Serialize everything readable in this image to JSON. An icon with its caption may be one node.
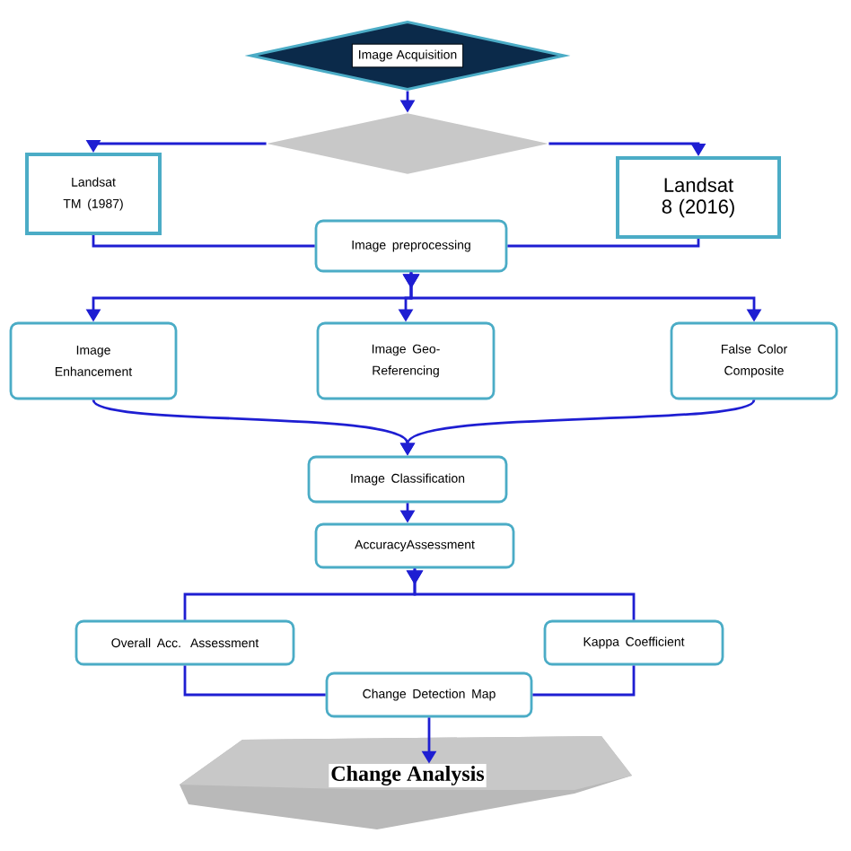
{
  "diagram": {
    "nodes": [
      {
        "text": [
          "Image Acquisition"
        ]
      },
      {
        "text": [],
        "shape": "diamond"
      },
      {
        "text": [
          "Landsat TM (1987)"
        ]
      },
      {
        "text": [
          "Landsat 8 (2016)"
        ]
      },
      {
        "text": [
          "Image preprocessing"
        ]
      },
      {
        "text": [
          "Image Enhancement"
        ]
      },
      {
        "text": [
          "Image Geo-Referencing"
        ]
      },
      {
        "text": [
          "False Color Composite"
        ]
      },
      {
        "text": [
          "Image Classification"
        ]
      },
      {
        "text": [
          "AccuracyAssessment"
        ]
      },
      {
        "text": [
          "Overall Acc. Assessment"
        ]
      },
      {
        "text": [
          "Kappa Coefficient"
        ]
      },
      {
        "text": [
          "Change Detection Map"
        ]
      },
      {
        "text": [
          "Change Analysis"
        ]
      }
    ],
    "edges": [
      {
        "from": 0,
        "to": 1,
        "arrow": "to"
      },
      {
        "from": 1,
        "to": 2,
        "arrow": "to"
      },
      {
        "from": 1,
        "to": 3,
        "arrow": "to"
      },
      {
        "from": 2,
        "to": 4,
        "arrow": "none"
      },
      {
        "from": 3,
        "to": 4,
        "arrow": "none"
      },
      {
        "from": 4,
        "to": 5,
        "arrow": "to"
      },
      {
        "from": 4,
        "to": 6,
        "arrow": "to"
      },
      {
        "from": 4,
        "to": 7,
        "arrow": "to"
      },
      {
        "from": 5,
        "to": 8,
        "arrow": "to"
      },
      {
        "from": 7,
        "to": 8,
        "arrow": "to"
      },
      {
        "from": 8,
        "to": 9,
        "arrow": "to"
      },
      {
        "from": 9,
        "to": 10,
        "arrow": "to"
      },
      {
        "from": 9,
        "to": 11,
        "arrow": "to"
      },
      {
        "from": 10,
        "to": 12,
        "arrow": "none"
      },
      {
        "from": 11,
        "to": 12,
        "arrow": "none"
      },
      {
        "from": 12,
        "to": 13,
        "arrow": "to"
      }
    ]
  }
}
